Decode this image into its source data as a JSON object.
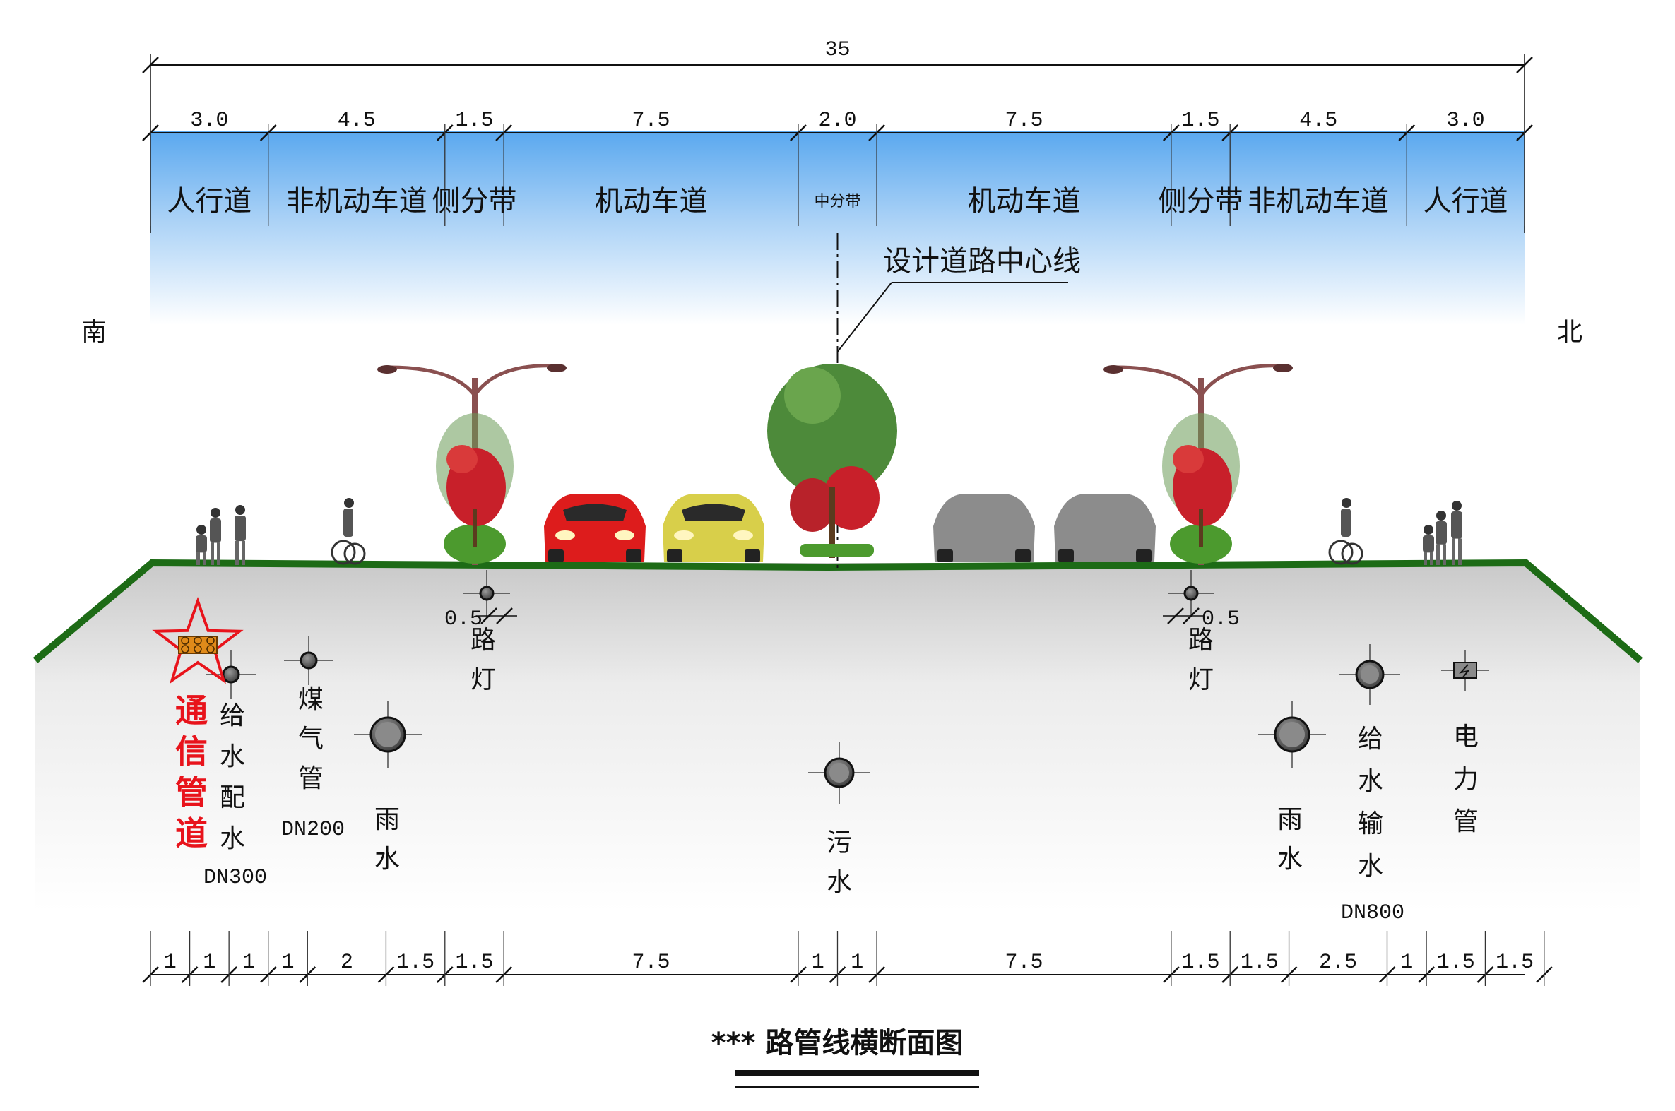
{
  "directions": {
    "south": "南",
    "north": "北"
  },
  "total_width": "35",
  "top_dims": [
    "3.0",
    "4.5",
    "1.5",
    "7.5",
    "2.0",
    "7.5",
    "1.5",
    "4.5",
    "3.0"
  ],
  "lanes": [
    "人行道",
    "非机动车道",
    "侧分带",
    "机动车道",
    "中分带",
    "机动车道",
    "侧分带",
    "非机动车道",
    "人行道"
  ],
  "centerline_label": "设计道路中心线",
  "lamp_offsets": {
    "left": "0.5",
    "right": "0.5"
  },
  "utilities": {
    "telecom": "通信管道",
    "water_dist": "给水配水",
    "water_dist_size": "DN300",
    "gas": "煤气管",
    "gas_size": "DN200",
    "rain_left": "雨水",
    "lamp_left": "路灯",
    "sewage": "污水",
    "lamp_right": "路灯",
    "rain_right": "雨水",
    "water_trans": "给水输水",
    "water_trans_size": "DN800",
    "power": "电力管"
  },
  "bottom_dims": [
    "1",
    "1",
    "1",
    "1",
    "2",
    "1.5",
    "1.5",
    "7.5",
    "1",
    "1",
    "7.5",
    "1.5",
    "1.5",
    "2.5",
    "1",
    "1.5",
    "1.5"
  ],
  "caption": "*** 路管线横断面图",
  "colors": {
    "sky_top": "#5aa8ef",
    "ground_edge": "#1d6b16",
    "telecom_red": "#e8131b"
  }
}
